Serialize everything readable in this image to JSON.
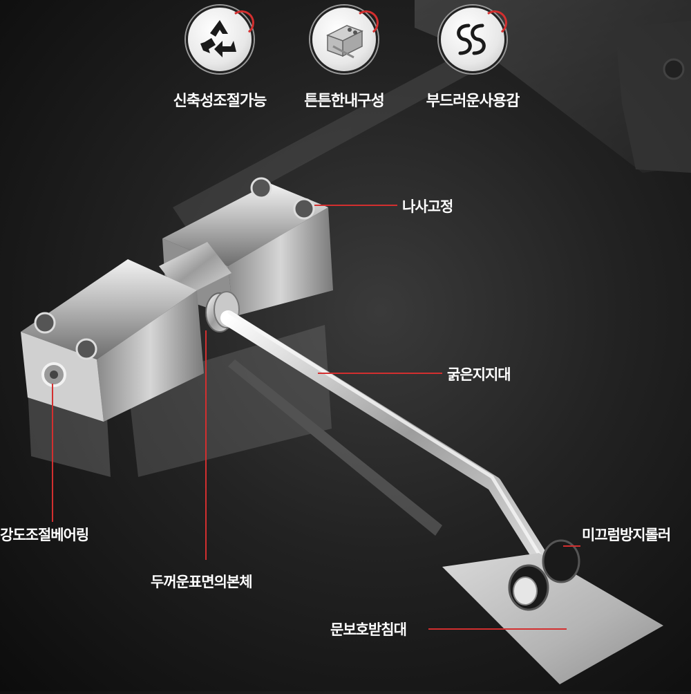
{
  "features": [
    {
      "label": "신축성조절가능",
      "icon": "recycle-icon"
    },
    {
      "label": "튼튼한내구성",
      "icon": "metal-block-icon"
    },
    {
      "label": "부드러운사용감",
      "icon": "smooth-ss-icon"
    }
  ],
  "callouts": {
    "screw": "나사고정",
    "arm": "굵은지지대",
    "roller": "미끄럼방지롤러",
    "bearing": "강도조절베어링",
    "body": "두꺼운표면의본체",
    "pad": "문보호받침대"
  },
  "colors": {
    "accent_line": "#d32f2f",
    "background": "#1e1e1e",
    "label_text": "#ffffff"
  }
}
